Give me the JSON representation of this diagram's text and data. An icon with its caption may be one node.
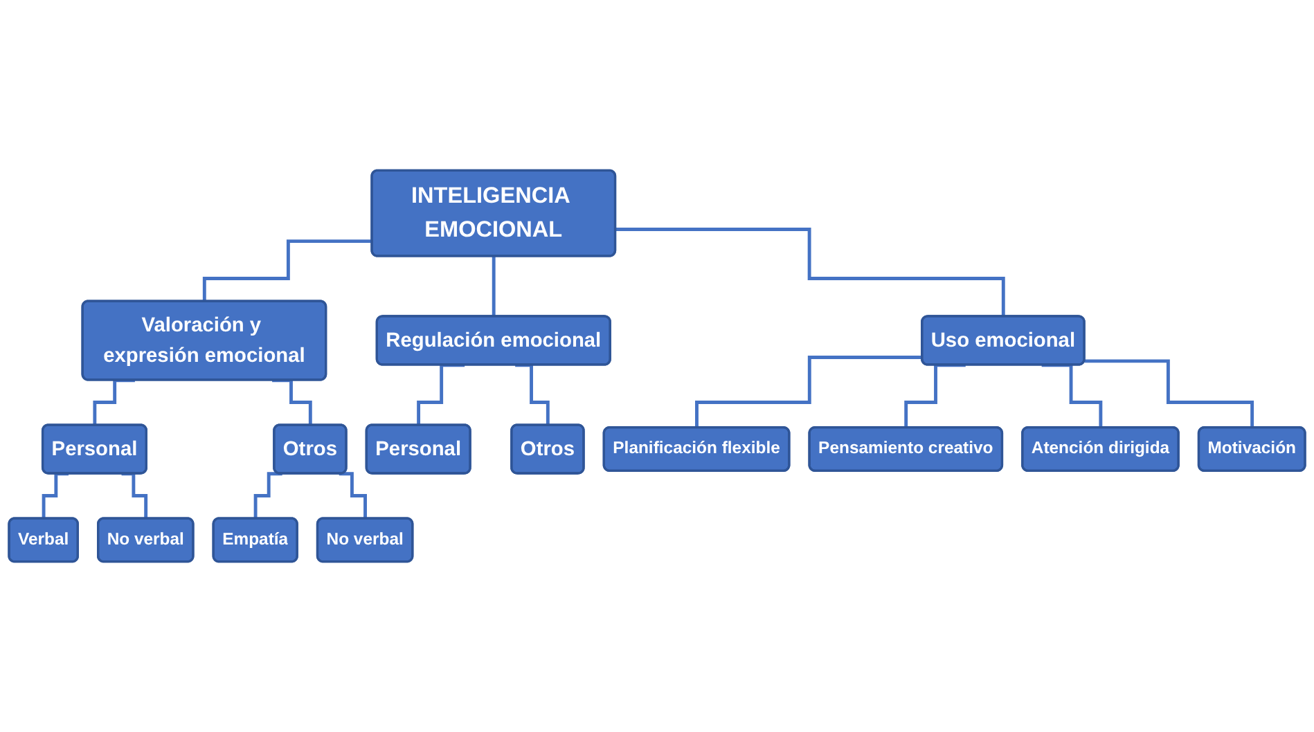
{
  "diagram": {
    "nodes": [
      {
        "text": [
          "INTELIGENCIA EMOCIONAL"
        ]
      },
      {
        "text": [
          "Valoración y expresión emocional"
        ]
      },
      {
        "text": [
          "Regulación emocional"
        ]
      },
      {
        "text": [
          "Uso emocional"
        ]
      },
      {
        "text": [
          "Personal"
        ]
      },
      {
        "text": [
          "Otros"
        ]
      },
      {
        "text": [
          "Verbal"
        ]
      },
      {
        "text": [
          "No verbal"
        ]
      },
      {
        "text": [
          "Empatía"
        ]
      },
      {
        "text": [
          "No verbal"
        ]
      },
      {
        "text": [
          "Personal"
        ]
      },
      {
        "text": [
          "Otros"
        ]
      },
      {
        "text": [
          "Planificación flexible"
        ]
      },
      {
        "text": [
          "Pensamiento creativo"
        ]
      },
      {
        "text": [
          "Atención dirigida"
        ]
      },
      {
        "text": [
          "Motivación"
        ]
      }
    ],
    "edges": [
      {
        "from": 0,
        "to": 1,
        "arrow": "none"
      },
      {
        "from": 0,
        "to": 2,
        "arrow": "none"
      },
      {
        "from": 0,
        "to": 3,
        "arrow": "none"
      },
      {
        "from": 1,
        "to": 4,
        "arrow": "none"
      },
      {
        "from": 1,
        "to": 5,
        "arrow": "none"
      },
      {
        "from": 4,
        "to": 6,
        "arrow": "none"
      },
      {
        "from": 4,
        "to": 7,
        "arrow": "none"
      },
      {
        "from": 5,
        "to": 8,
        "arrow": "none"
      },
      {
        "from": 5,
        "to": 9,
        "arrow": "none"
      },
      {
        "from": 2,
        "to": 10,
        "arrow": "none"
      },
      {
        "from": 2,
        "to": 11,
        "arrow": "none"
      },
      {
        "from": 3,
        "to": 12,
        "arrow": "none"
      },
      {
        "from": 3,
        "to": 13,
        "arrow": "none"
      },
      {
        "from": 3,
        "to": 14,
        "arrow": "none"
      },
      {
        "from": 3,
        "to": 15,
        "arrow": "none"
      }
    ]
  }
}
